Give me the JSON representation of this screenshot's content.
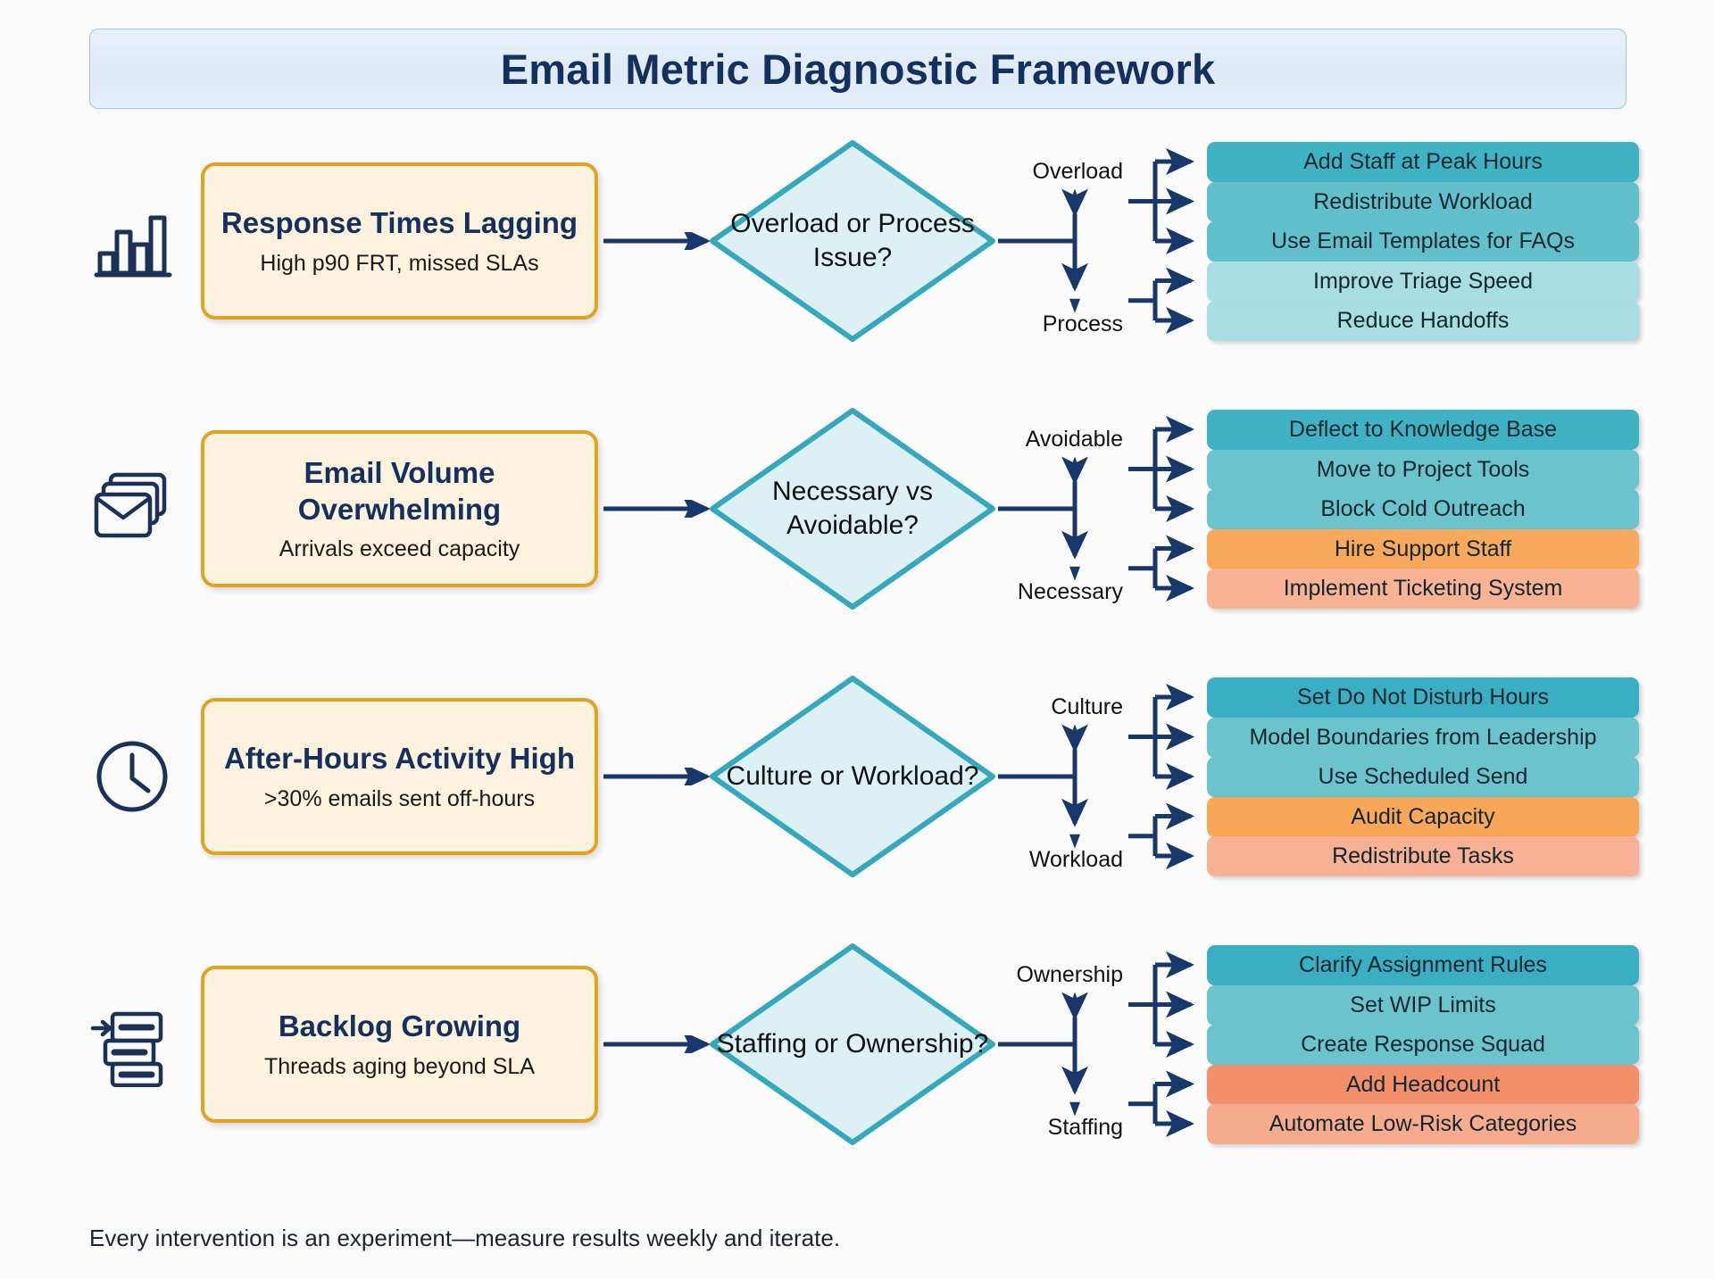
{
  "header": {
    "title": "Email Metric Diagnostic Framework"
  },
  "footer": {
    "note": "Every intervention is an experiment—measure results weekly and iterate."
  },
  "colors": {
    "card_fill": "#fdf2dd",
    "card_border": "#e0a323",
    "diamond_fill": "#dff1f3",
    "diamond_border": "#34a8bd",
    "connector": "#1b3a६6",
    "teal_dark": "#3fb2c4",
    "teal_mid": "#6bc2cd",
    "teal_light": "#a8dde2",
    "orange": "#f8a košice",
    "text_dark": "#13305e"
  },
  "rows": [
    {
      "icon": "bar-chart-icon",
      "problem": {
        "title": "Response Times Lagging",
        "subtitle": "High p90 FRT, missed SLAs"
      },
      "decision": "Overload or Process Issue?",
      "branches": [
        {
          "label": "Overload",
          "actions": [
            {
              "text": "Add Staff at Peak Hours",
              "color": "#3fb2c4"
            },
            {
              "text": "Redistribute Workload",
              "color": "#62c0cc"
            },
            {
              "text": "Use Email Templates for FAQs",
              "color": "#62c0cc"
            }
          ]
        },
        {
          "label": "Process",
          "actions": [
            {
              "text": "Improve Triage Speed",
              "color": "#a8dde2"
            },
            {
              "text": "Reduce Handoffs",
              "color": "#a8dde2"
            }
          ]
        }
      ]
    },
    {
      "icon": "stacked-envelopes-icon",
      "problem": {
        "title": "Email Volume Overwhelming",
        "subtitle": "Arrivals exceed capacity"
      },
      "decision": "Necessary vs Avoidable?",
      "branches": [
        {
          "label": "Avoidable",
          "actions": [
            {
              "text": "Deflect to Knowledge Base",
              "color": "#3fb2c4"
            },
            {
              "text": "Move to Project Tools",
              "color": "#6bc3ce"
            },
            {
              "text": "Block Cold Outreach",
              "color": "#6bc3ce"
            }
          ]
        },
        {
          "label": "Necessary",
          "actions": [
            {
              "text": "Hire Support Staff",
              "color": "#f8a95c"
            },
            {
              "text": "Implement Ticketing System",
              "color": "#f7b394"
            }
          ]
        }
      ]
    },
    {
      "icon": "clock-icon",
      "problem": {
        "title": "After-Hours Activity High",
        "subtitle": ">30% emails sent off-hours"
      },
      "decision": "Culture or Workload?",
      "branches": [
        {
          "label": "Culture",
          "actions": [
            {
              "text": "Set Do Not Disturb Hours",
              "color": "#3aaec2"
            },
            {
              "text": "Model Boundaries from Leadership",
              "color": "#6bc3ce"
            },
            {
              "text": "Use Scheduled Send",
              "color": "#6bc3ce"
            }
          ]
        },
        {
          "label": "Workload",
          "actions": [
            {
              "text": "Audit Capacity",
              "color": "#f8a758"
            },
            {
              "text": "Redistribute Tasks",
              "color": "#f6b194"
            }
          ]
        }
      ]
    },
    {
      "icon": "backlog-queue-icon",
      "problem": {
        "title": "Backlog Growing",
        "subtitle": "Threads aging beyond SLA"
      },
      "decision": "Staffing or Ownership?",
      "branches": [
        {
          "label": "Ownership",
          "actions": [
            {
              "text": "Clarify Assignment Rules",
              "color": "#3aaec2"
            },
            {
              "text": "Set WIP Limits",
              "color": "#6bc3ce"
            },
            {
              "text": "Create Response Squad",
              "color": "#6bc3ce"
            }
          ]
        },
        {
          "label": "Staffing",
          "actions": [
            {
              "text": "Add Headcount",
              "color": "#f3906b"
            },
            {
              "text": "Automate Low-Risk Categories",
              "color": "#f7ab8d"
            }
          ]
        }
      ]
    }
  ]
}
